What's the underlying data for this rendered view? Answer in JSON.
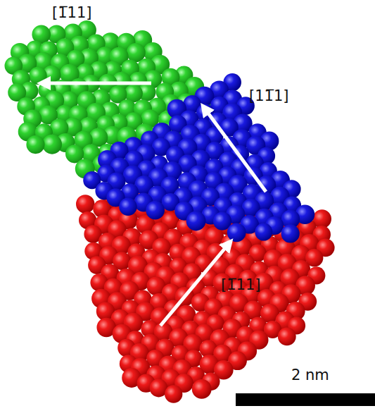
{
  "diagram": {
    "labels": [
      "[1̅11]",
      "[11̅1]",
      "[1̅11]",
      "2 nm"
    ]
  }
}
